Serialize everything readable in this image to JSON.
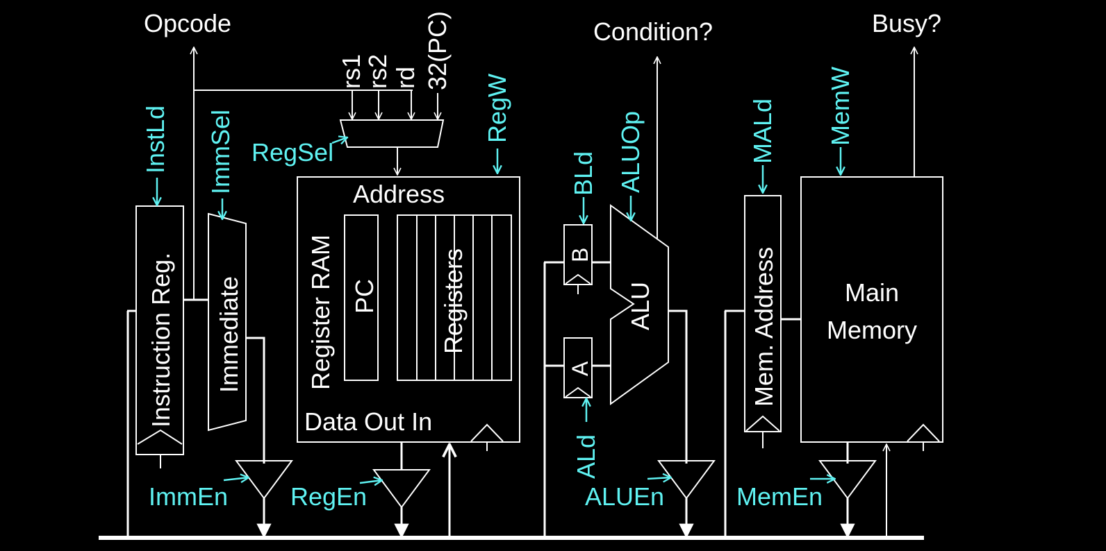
{
  "colors": {
    "background": "#000000",
    "datapath": "#ffffff",
    "control": "#5ff2f2"
  },
  "outputs": {
    "opcode": "Opcode",
    "condition": "Condition?",
    "busy": "Busy?"
  },
  "regsel_inputs": {
    "rs1": "rs1",
    "rs2": "rs2",
    "rd": "rd",
    "pc32": "32(PC)"
  },
  "blocks": {
    "instruction_reg": "Instruction Reg.",
    "immediate": "Immediate",
    "register_ram": "Register RAM",
    "address": "Address",
    "pc": "PC",
    "registers": "Registers",
    "data_out_in": "Data Out In",
    "b_reg": "B",
    "a_reg": "A",
    "alu": "ALU",
    "mem_address": "Mem. Address",
    "main_memory_line1": "Main",
    "main_memory_line2": "Memory"
  },
  "control_signals": {
    "instld": "InstLd",
    "immsel": "ImmSel",
    "regsel": "RegSel",
    "regw": "RegW",
    "bld": "BLd",
    "aluop": "ALUOp",
    "ald": "ALd",
    "mald": "MALd",
    "memw": "MemW",
    "immen": "ImmEn",
    "regen": "RegEn",
    "aluen": "ALUEn",
    "memen": "MemEn"
  }
}
